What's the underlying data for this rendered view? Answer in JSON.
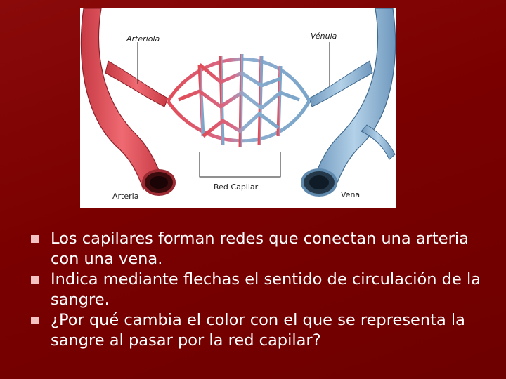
{
  "diagram": {
    "labels": {
      "arteriola": "Arteriola",
      "venula": "Vénula",
      "arteria": "Arteria",
      "red_capilar": "Red Capilar",
      "vena": "Vena"
    },
    "colors": {
      "artery": "#e0505a",
      "artery_dark": "#b3323c",
      "vein": "#8fb7d6",
      "vein_dark": "#5e88ad",
      "background": "#7a0000"
    }
  },
  "bullets": [
    "Los capilares forman redes que conectan una arteria con una vena.",
    "Indica mediante flechas el sentido de circulación de la sangre.",
    "¿Por qué cambia el color con el que se representa la sangre al pasar por la red capilar?"
  ]
}
